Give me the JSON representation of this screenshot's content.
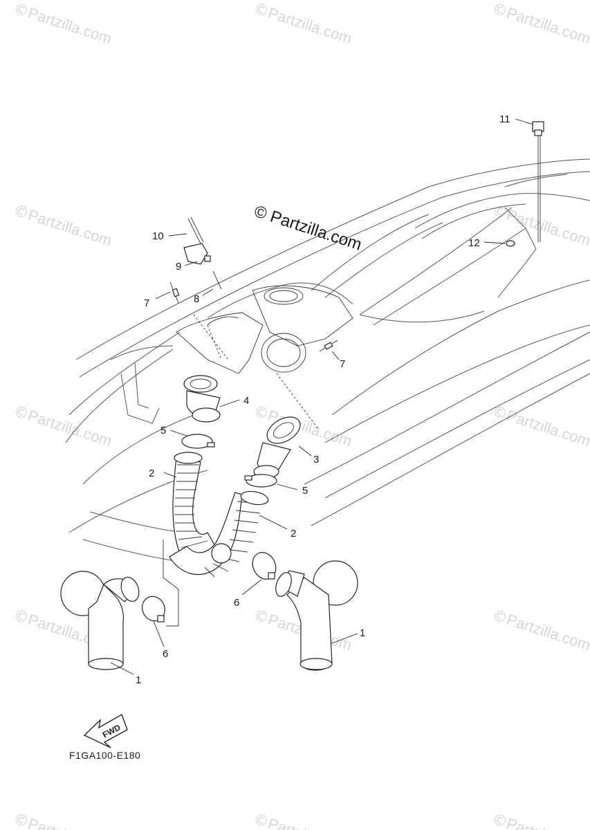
{
  "watermarks": {
    "text": "Partzilla.com",
    "symbol": "©"
  },
  "center_watermark": "© Partzilla.com",
  "callouts": [
    {
      "id": "c1a",
      "label": "1"
    },
    {
      "id": "c1b",
      "label": "1"
    },
    {
      "id": "c2a",
      "label": "2"
    },
    {
      "id": "c2b",
      "label": "2"
    },
    {
      "id": "c3",
      "label": "3"
    },
    {
      "id": "c4",
      "label": "4"
    },
    {
      "id": "c5a",
      "label": "5"
    },
    {
      "id": "c5b",
      "label": "5"
    },
    {
      "id": "c6a",
      "label": "6"
    },
    {
      "id": "c6b",
      "label": "6"
    },
    {
      "id": "c7a",
      "label": "7"
    },
    {
      "id": "c7b",
      "label": "7"
    },
    {
      "id": "c8",
      "label": "8"
    },
    {
      "id": "c9",
      "label": "9"
    },
    {
      "id": "c10",
      "label": "10"
    },
    {
      "id": "c11",
      "label": "11"
    },
    {
      "id": "c12",
      "label": "12"
    }
  ],
  "fwd_label": "FWD",
  "diagram_code": "F1GA100-E180"
}
